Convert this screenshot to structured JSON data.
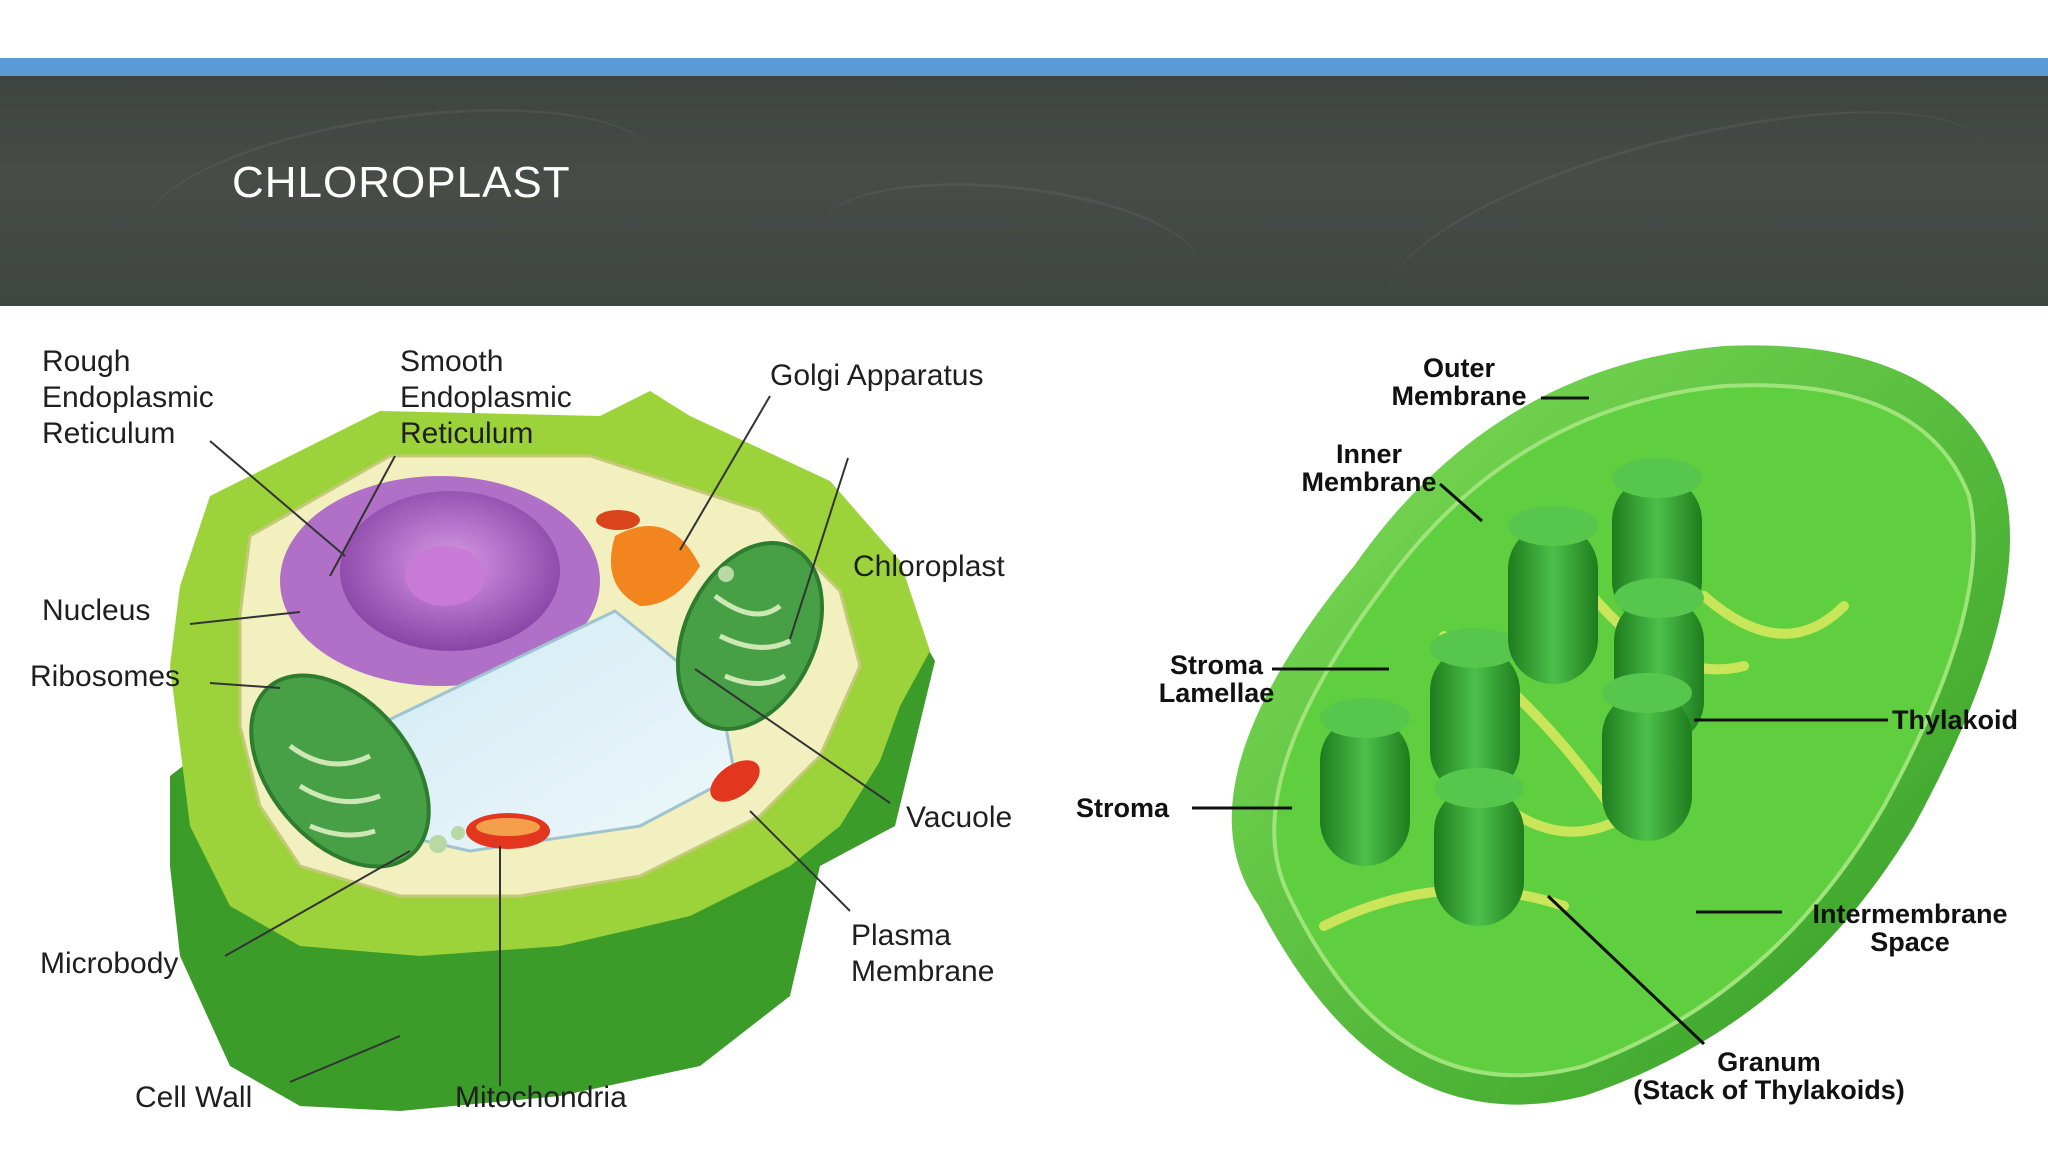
{
  "slide": {
    "title": "CHLOROPLAST",
    "accent_color": "#5b9bd5",
    "band_color": "#434843"
  },
  "plant_cell": {
    "labels": {
      "rough_er": "Rough\nEndoplasmic\nReticulum",
      "smooth_er": "Smooth\nEndoplasmic\nReticulum",
      "golgi": "Golgi Apparatus",
      "nucleus": "Nucleus",
      "chloroplast": "Chloroplast",
      "ribosomes": "Ribosomes",
      "vacuole": "Vacuole",
      "plasma_membrane": "Plasma\nMembrane",
      "microbody": "Microbody",
      "cell_wall": "Cell Wall",
      "mitochondria": "Mitochondria"
    }
  },
  "chloroplast_diagram": {
    "labels": {
      "outer_membrane": "Outer\nMembrane",
      "inner_membrane": "Inner\nMembrane",
      "stroma_lamellae": "Stroma\nLamellae",
      "thylakoid": "Thylakoid",
      "stroma": "Stroma",
      "intermembrane_space": "Intermembrane\nSpace",
      "granum": "Granum\n(Stack of Thylakoids)"
    }
  }
}
